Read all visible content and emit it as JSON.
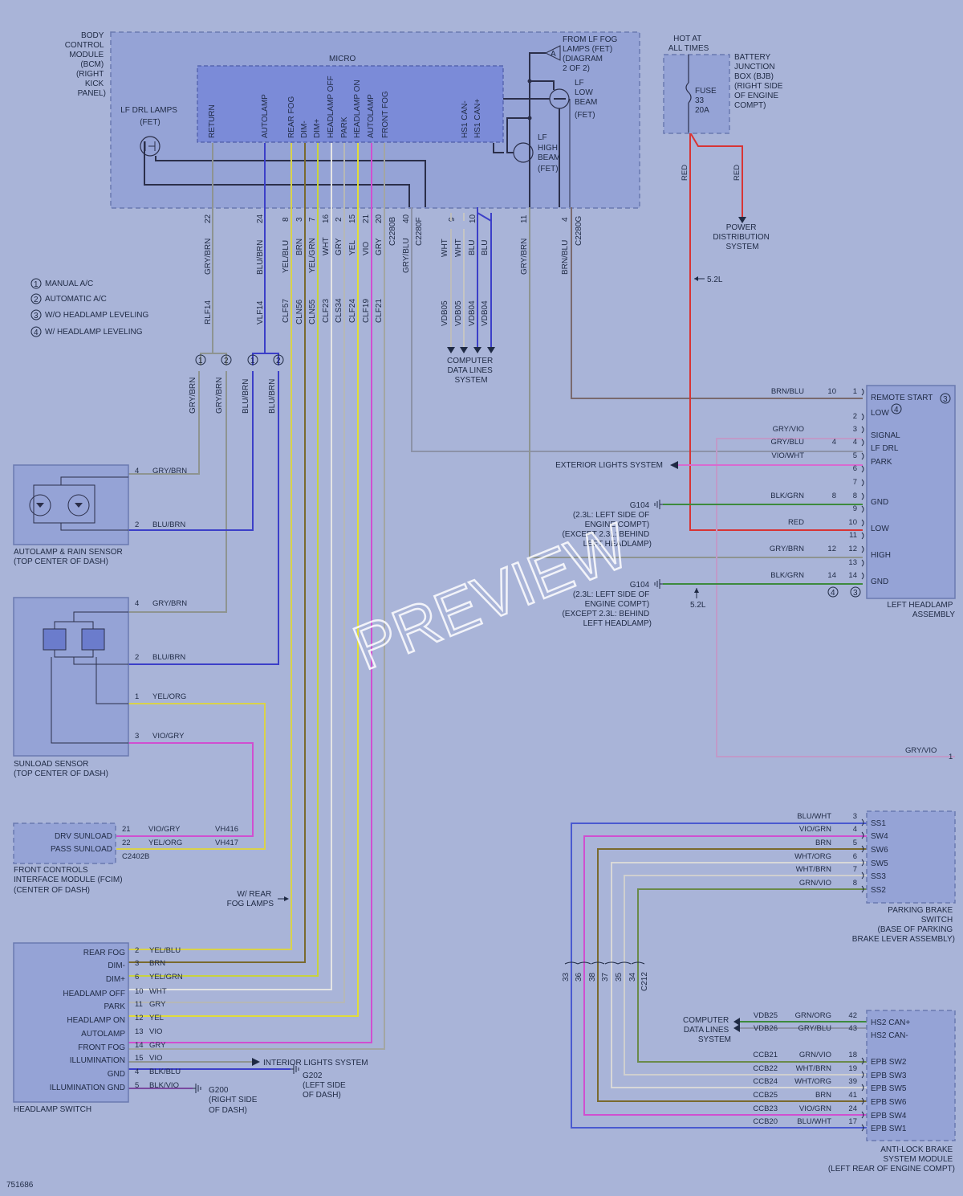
{
  "bcm": {
    "title_lines": [
      "BODY",
      "CONTROL",
      "MODULE",
      "(BCM)",
      "(RIGHT",
      "KICK",
      "PANEL)"
    ],
    "micro_label": "MICRO",
    "lf_drl_lines": [
      "LF DRL LAMPS",
      "(FET)"
    ],
    "fog_lines": [
      "FROM LF FOG",
      "LAMPS (FET)",
      "(DIAGRAM",
      "2 OF 2)"
    ],
    "fog_marker": "A",
    "low_beam_lines": [
      "LF",
      "LOW",
      "BEAM",
      "(FET)"
    ],
    "high_beam_lines": [
      "LF",
      "HIGH",
      "BEAM",
      "(FET)"
    ],
    "signals": [
      "RETURN",
      "AUTOLAMP",
      "REAR FOG",
      "DIM-",
      "DIM+",
      "HEADLAMP OFF",
      "PARK",
      "HEADLAMP ON",
      "AUTOLAMP",
      "FRONT FOG",
      "HS1 CAN-",
      "HS1 CAN+"
    ]
  },
  "bcm_pins": {
    "pins": [
      "22",
      "24",
      "8",
      "3",
      "7",
      "16",
      "2",
      "15",
      "21",
      "20",
      "40",
      "9",
      "10",
      "11",
      "4"
    ],
    "connectors": [
      "C2280B",
      "C2280F",
      "C2280G"
    ],
    "colors": [
      "GRY/BRN",
      "BLU/BRN",
      "YEL/BLU",
      "BRN",
      "YEL/GRN",
      "WHT",
      "GRY",
      "YEL",
      "VIO",
      "GRY",
      "GRY/BLU",
      "WHT",
      "WHT",
      "BLU",
      "BLU",
      "GRY/BRN",
      "BRN/BLU"
    ],
    "circuits": [
      "RLF14",
      "VLF14",
      "CLF57",
      "CLN56",
      "CLN55",
      "CLF23",
      "CLS34",
      "CLF24",
      "CLF19",
      "CLF21",
      "VDB05",
      "VDB05",
      "VDB04",
      "VDB04"
    ]
  },
  "notes": {
    "items": [
      "MANUAL A/C",
      "AUTOMATIC A/C",
      "W/O HEADLAMP LEVELING",
      "W/ HEADLAMP LEVELING"
    ],
    "n1": "1",
    "n2": "2",
    "n3": "3",
    "n4": "4"
  },
  "cdl": {
    "lines": [
      "COMPUTER",
      "DATA LINES",
      "SYSTEM"
    ]
  },
  "power": {
    "hot_lines": [
      "HOT AT",
      "ALL TIMES"
    ],
    "bjb_lines": [
      "BATTERY",
      "JUNCTION",
      "BOX (BJB)",
      "(RIGHT SIDE",
      "OF ENGINE",
      "COMPT)"
    ],
    "fuse_lines": [
      "FUSE",
      "33",
      "20A"
    ],
    "red": "RED",
    "pds_lines": [
      "POWER",
      "DISTRIBUTION",
      "SYSTEM"
    ],
    "ref_52l": "5.2L"
  },
  "autolamp": {
    "pins": [
      "4",
      "2"
    ],
    "colors": [
      "GRY/BRN",
      "BLU/BRN"
    ],
    "label_lines": [
      "AUTOLAMP & RAIN SENSOR",
      "(TOP CENTER OF DASH)"
    ]
  },
  "sunload": {
    "pins": [
      "4",
      "2",
      "1",
      "3"
    ],
    "colors": [
      "GRY/BRN",
      "BLU/BRN",
      "YEL/ORG",
      "VIO/GRY"
    ],
    "label_lines": [
      "SUNLOAD SENSOR",
      "(TOP CENTER OF DASH)"
    ]
  },
  "fcim": {
    "rows": [
      "DRV SUNLOAD",
      "PASS SUNLOAD"
    ],
    "pins": [
      "21",
      "22"
    ],
    "colors": [
      "VIO/GRY",
      "YEL/ORG"
    ],
    "circuits": [
      "VH416",
      "VH417"
    ],
    "connector": "C2402B",
    "label_lines": [
      "FRONT CONTROLS",
      "INTERFACE MODULE (FCIM)",
      "(CENTER OF DASH)"
    ]
  },
  "rear_fog_lines": [
    "W/ REAR",
    "FOG LAMPS"
  ],
  "headlamp_switch": {
    "rows": [
      {
        "label": "REAR FOG",
        "pin": "2",
        "color": "YEL/BLU"
      },
      {
        "label": "DIM-",
        "pin": "3",
        "color": "BRN"
      },
      {
        "label": "DIM+",
        "pin": "6",
        "color": "YEL/GRN"
      },
      {
        "label": "HEADLAMP OFF",
        "pin": "10",
        "color": "WHT"
      },
      {
        "label": "PARK",
        "pin": "11",
        "color": "GRY"
      },
      {
        "label": "HEADLAMP ON",
        "pin": "12",
        "color": "YEL"
      },
      {
        "label": "AUTOLAMP",
        "pin": "13",
        "color": "VIO"
      },
      {
        "label": "FRONT FOG",
        "pin": "14",
        "color": "GRY"
      },
      {
        "label": "ILLUMINATION",
        "pin": "15",
        "color": "VIO"
      },
      {
        "label": "GND",
        "pin": "4",
        "color": "BLK/BLU"
      },
      {
        "label": "ILLUMINATION GND",
        "pin": "5",
        "color": "BLK/VIO"
      }
    ],
    "label": "HEADLAMP SWITCH",
    "interior": "INTERIOR LIGHTS SYSTEM",
    "g202_lines": [
      "G202",
      "(LEFT SIDE",
      "OF DASH)"
    ],
    "g200_lines": [
      "G200",
      "(RIGHT SIDE",
      "OF DASH)"
    ]
  },
  "left_headlamp": {
    "rows": [
      {
        "pin": "1",
        "label": "REMOTE START",
        "color": "BRN/BLU",
        "cpin": "10"
      },
      {
        "pin": "",
        "label": "LOW",
        "color": "",
        "cpin": ""
      },
      {
        "pin": "2",
        "label": "",
        "color": "",
        "cpin": ""
      },
      {
        "pin": "3",
        "label": "SIGNAL",
        "color": "GRY/VIO",
        "cpin": ""
      },
      {
        "pin": "4",
        "label": "LF DRL",
        "color": "GRY/BLU",
        "cpin": "4"
      },
      {
        "pin": "5",
        "label": "PARK",
        "color": "VIO/WHT",
        "cpin": ""
      },
      {
        "pin": "6",
        "label": "",
        "color": "",
        "cpin": ""
      },
      {
        "pin": "7",
        "label": "",
        "color": "",
        "cpin": ""
      },
      {
        "pin": "8",
        "label": "GND",
        "color": "BLK/GRN",
        "cpin": "8"
      },
      {
        "pin": "9",
        "label": "",
        "color": "",
        "cpin": ""
      },
      {
        "pin": "10",
        "label": "LOW",
        "color": "RED",
        "cpin": ""
      },
      {
        "pin": "11",
        "label": "",
        "color": "",
        "cpin": ""
      },
      {
        "pin": "12",
        "label": "HIGH",
        "color": "GRY/BRN",
        "cpin": "12"
      },
      {
        "pin": "13",
        "label": "",
        "color": "",
        "cpin": ""
      },
      {
        "pin": "14",
        "label": "GND",
        "color": "BLK/GRN",
        "cpin": "14"
      }
    ],
    "ext_lights": "EXTERIOR LIGHTS SYSTEM",
    "g104_a_lines": [
      "G104",
      "(2.3L: LEFT SIDE OF",
      "ENGINE COMPT)",
      "(EXCEPT 2.3L: BEHIND",
      "LEFT HEADLAMP)"
    ],
    "g104_b_lines": [
      "G104",
      "(2.3L: LEFT SIDE OF",
      "ENGINE COMPT)",
      "(EXCEPT 2.3L: BEHIND",
      "LEFT HEADLAMP)"
    ],
    "ref_52l": "5.2L",
    "label_lines": [
      "LEFT HEADLAMP",
      "ASSEMBLY"
    ],
    "gry_vio_end": "GRY/VIO",
    "gry_vio_pin": "1"
  },
  "parking_brake": {
    "rows": [
      {
        "color": "BLU/WHT",
        "pin": "3",
        "label": "SS1"
      },
      {
        "color": "VIO/GRN",
        "pin": "4",
        "label": "SW4"
      },
      {
        "color": "BRN",
        "pin": "5",
        "label": "SW6"
      },
      {
        "color": "WHT/ORG",
        "pin": "6",
        "label": "SW5"
      },
      {
        "color": "WHT/BRN",
        "pin": "7",
        "label": "SS3"
      },
      {
        "color": "GRN/VIO",
        "pin": "8",
        "label": "SS2"
      }
    ],
    "label_lines": [
      "PARKING BRAKE",
      "SWITCH",
      "(BASE OF PARKING",
      "BRAKE LEVER ASSEMBLY)"
    ]
  },
  "c212": {
    "pins": [
      "33",
      "36",
      "38",
      "37",
      "35",
      "34"
    ],
    "connector": "C212"
  },
  "abs": {
    "can_rows": [
      {
        "circuit": "VDB25",
        "color": "GRN/ORG",
        "pin": "42",
        "label": "HS2 CAN+"
      },
      {
        "circuit": "VDB26",
        "color": "GRY/BLU",
        "pin": "43",
        "label": "HS2 CAN-"
      }
    ],
    "epb_rows": [
      {
        "circuit": "CCB21",
        "color": "GRN/VIO",
        "pin": "18",
        "label": "EPB SW2"
      },
      {
        "circuit": "CCB22",
        "color": "WHT/BRN",
        "pin": "19",
        "label": "EPB SW3"
      },
      {
        "circuit": "CCB24",
        "color": "WHT/ORG",
        "pin": "39",
        "label": "EPB SW5"
      },
      {
        "circuit": "CCB25",
        "color": "BRN",
        "pin": "41",
        "label": "EPB SW6"
      },
      {
        "circuit": "CCB23",
        "color": "VIO/GRN",
        "pin": "24",
        "label": "EPB SW4"
      },
      {
        "circuit": "CCB20",
        "color": "BLU/WHT",
        "pin": "17",
        "label": "EPB SW1"
      }
    ],
    "cdl_lines": [
      "COMPUTER",
      "DATA LINES",
      "SYSTEM"
    ],
    "label_lines": [
      "ANTI-LOCK BRAKE",
      "SYSTEM MODULE",
      "(LEFT REAR OF ENGINE COMPT)"
    ]
  },
  "footer": {
    "figure_id": "751686"
  },
  "watermark": "PREVIEW",
  "colors": {
    "gry": "#8e9491",
    "blu": "#3c3fc8",
    "yel": "#d9d24a",
    "brn": "#7a6a2e",
    "wht": "#e4e4e4",
    "vio": "#d04fd0",
    "red": "#d83434",
    "grn": "#3d8a3d",
    "gryblu": "#8c92a8",
    "box": "#95a3d6",
    "micro": "#7b8bd8"
  }
}
